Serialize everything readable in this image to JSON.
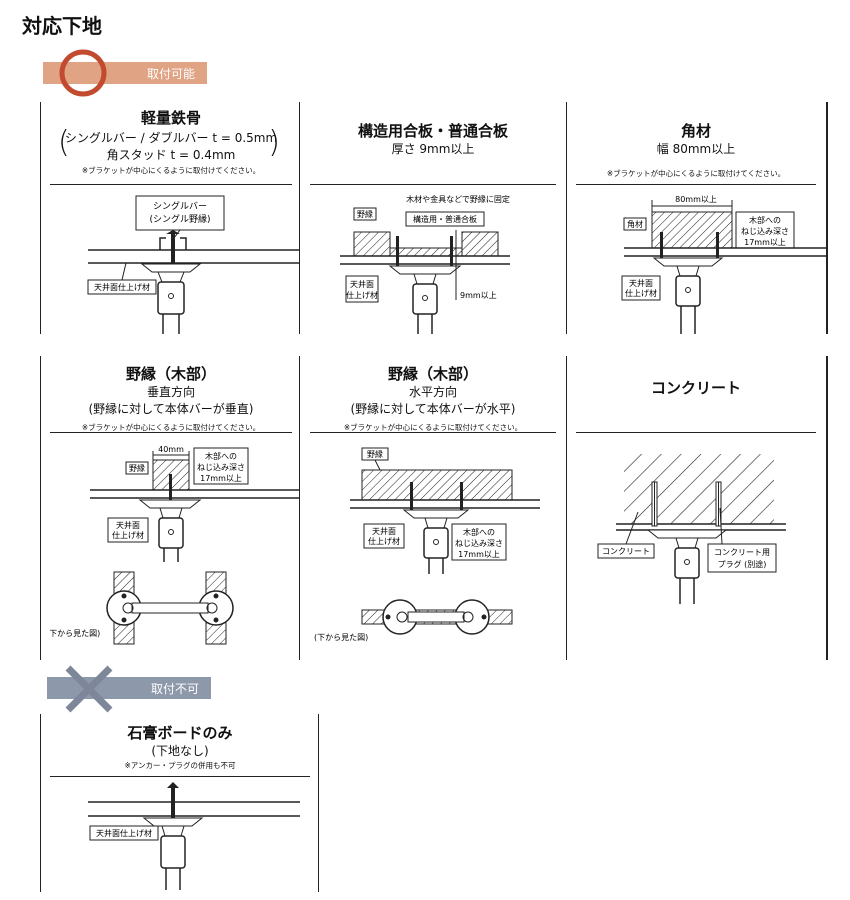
{
  "page": {
    "title": "対応下地"
  },
  "banners": {
    "ok": "取付可能",
    "ng": "取付不可"
  },
  "notes": {
    "bracket": "※ブラケットが中心にくるように取付けてください。",
    "anchor": "※アンカー・プラグの併用も不可"
  },
  "labels": {
    "ceiling_one": "天井面仕上げ材",
    "ceiling_top": "天井面",
    "ceiling_bottom": "仕上げ材",
    "nobuchi": "野縁",
    "bottom_view": "(下から見た図)",
    "wood_depth_1": "木部への",
    "wood_depth_2": "ねじ込み深さ",
    "wood_depth_3": "17mm以上"
  },
  "cells": {
    "lgs": {
      "title": "軽量鉄骨",
      "line1": "シングルバー / ダブルバー t = 0.5mm",
      "line2": "角スタッド t = 0.4mm",
      "bar_1": "シングルバー",
      "bar_2": "(シングル野縁)"
    },
    "plywood": {
      "title": "構造用合板・普通合板",
      "sub": "厚さ 9mm以上",
      "fix": "木材や金具などで野縁に固定",
      "board": "構造用・普通合板",
      "thick": "9mm以上"
    },
    "kakuzai": {
      "title": "角材",
      "sub": "幅 80mm以上",
      "label": "角材",
      "width": "80mm以上",
      "d1": "木部への",
      "d2": "ねじ込み深さ",
      "d3": "17mm以上"
    },
    "wood_v": {
      "title": "野縁（木部）",
      "sub1": "垂直方向",
      "sub2": "(野縁に対して本体バーが垂直)",
      "width": "40mm",
      "d2": "ねじ込み深さ"
    },
    "wood_h": {
      "title": "野縁（木部）",
      "sub1": "水平方向",
      "sub2": "(野縁に対して本体バーが水平)",
      "d2": "ねじ込み深さ"
    },
    "concrete": {
      "title": "コンクリート",
      "label": "コンクリート",
      "plug_1": "コンクリート用",
      "plug_2": "プラグ (別途)"
    },
    "gypsum": {
      "title": "石膏ボードのみ",
      "sub": "(下地なし)"
    }
  },
  "colors": {
    "ok_banner": "#e0a384",
    "ok_circle": "#c24a2e",
    "ng_banner": "#8e98ab",
    "ng_cross": "#7e879a",
    "line": "#222222"
  }
}
